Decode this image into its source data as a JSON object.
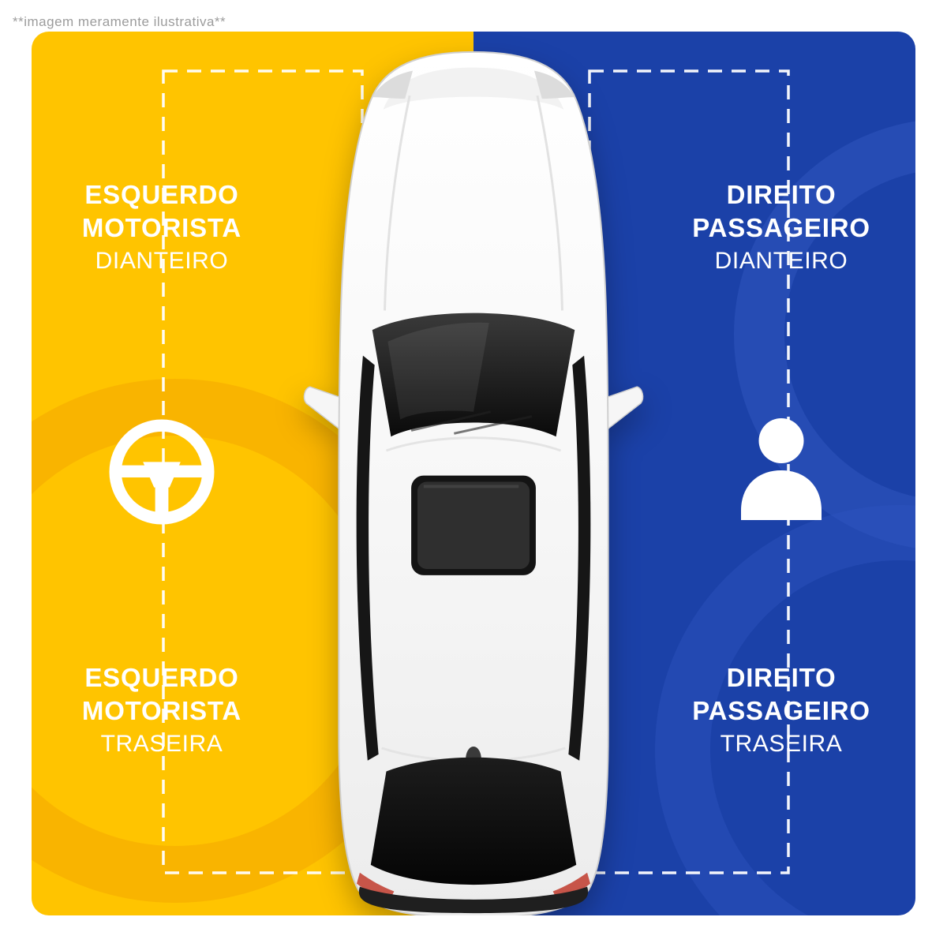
{
  "disclaimer": "**imagem meramente ilustrativa**",
  "colors": {
    "left_bg": "#FFC400",
    "left_accent": "#F4A700",
    "right_bg": "#1B41A8",
    "right_accent": "#2F55BE",
    "label_text": "#FFFFFF",
    "disclaimer_text": "#9C9C9C"
  },
  "left_panel": {
    "side": "driver",
    "icon": "steering-wheel-icon",
    "front": {
      "line1": "ESQUERDO",
      "line2": "MOTORISTA",
      "line3": "DIANTEIRO"
    },
    "rear": {
      "line1": "ESQUERDO",
      "line2": "MOTORISTA",
      "line3": "TRASEIRA"
    }
  },
  "right_panel": {
    "side": "passenger",
    "icon": "person-icon",
    "front": {
      "line1": "DIREITO",
      "line2": "PASSAGEIRO",
      "line3": "DIANTEIRO"
    },
    "rear": {
      "line1": "DIREITO",
      "line2": "PASSAGEIRO",
      "line3": "TRASEIRA"
    }
  }
}
